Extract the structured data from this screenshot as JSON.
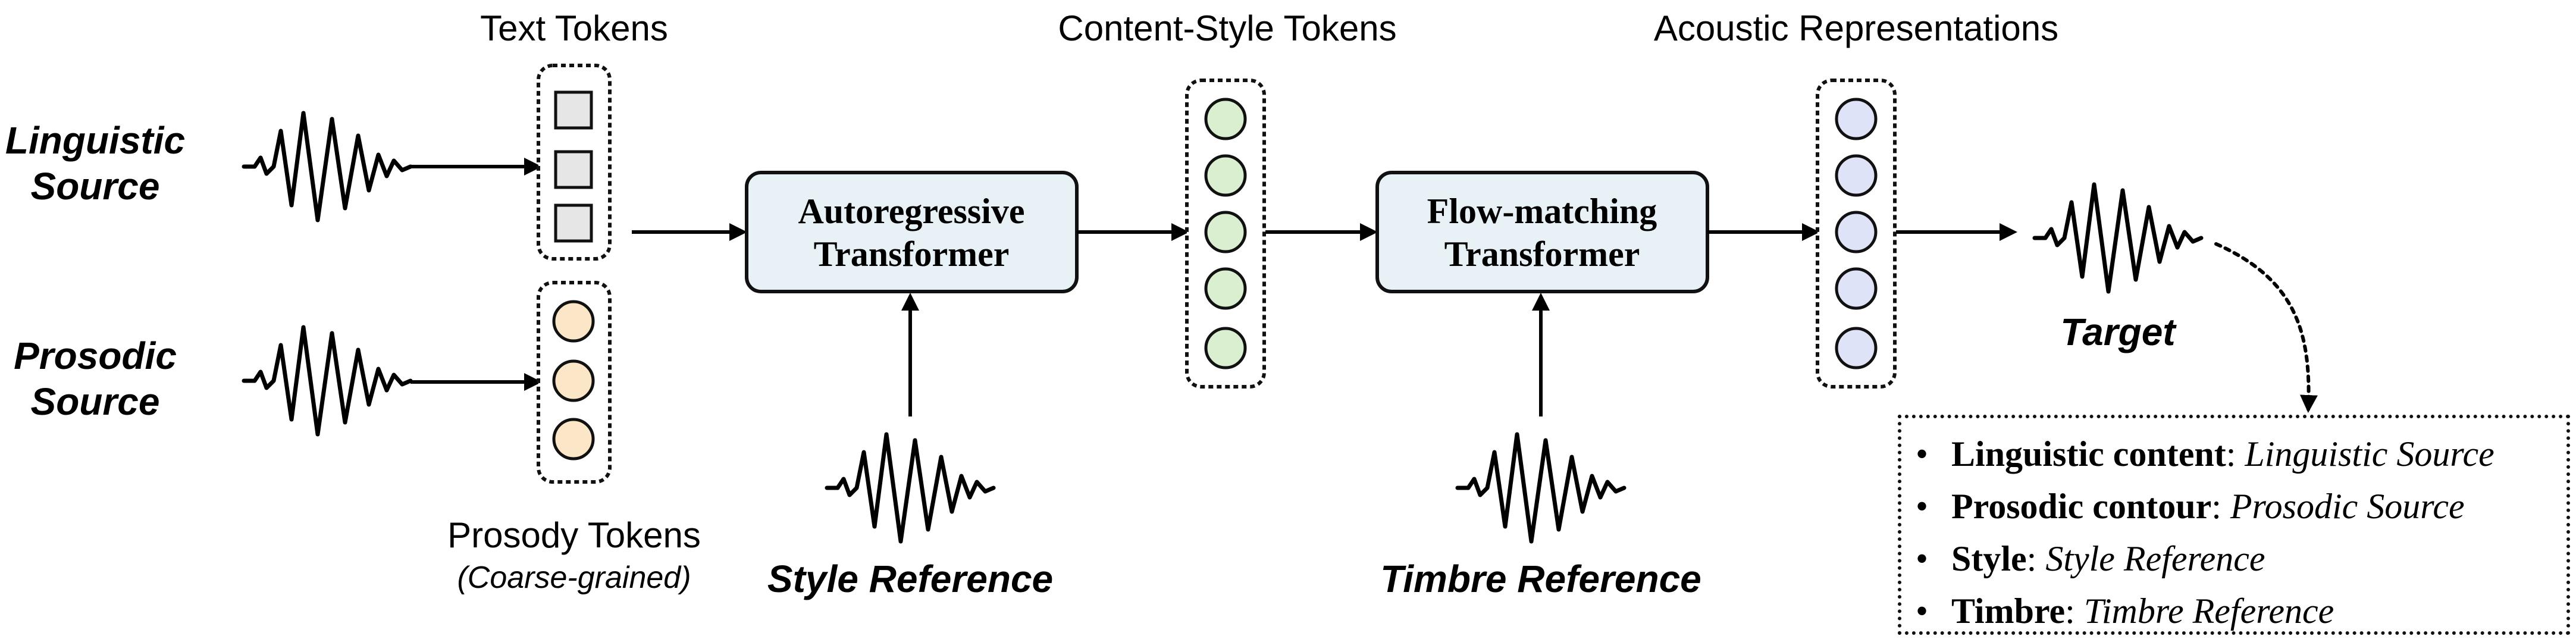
{
  "headers": {
    "text_tokens": "Text Tokens",
    "content_style_tokens": "Content-Style Tokens",
    "acoustic_representations": "Acoustic Representations"
  },
  "sources": {
    "linguistic_line1": "Linguistic",
    "linguistic_line2": "Source",
    "prosodic_line1": "Prosodic",
    "prosodic_line2": "Source"
  },
  "prosody_tokens": {
    "title": "Prosody Tokens",
    "subtitle": "(Coarse-grained)"
  },
  "blocks": {
    "ar_line1": "Autoregressive",
    "ar_line2": "Transformer",
    "fm_line1": "Flow-matching",
    "fm_line2": "Transformer"
  },
  "references": {
    "style": "Style Reference",
    "timbre": "Timbre Reference"
  },
  "target": "Target",
  "legend": {
    "bullet": "•",
    "items": [
      {
        "key": "Linguistic content",
        "sep": ": ",
        "value": "Linguistic Source"
      },
      {
        "key": "Prosodic contour",
        "sep": ": ",
        "value": "Prosodic Source"
      },
      {
        "key": "Style",
        "sep": ": ",
        "value": "Style Reference"
      },
      {
        "key": "Timbre",
        "sep": ": ",
        "value": "Timbre Reference"
      }
    ]
  },
  "colors": {
    "block_fill": "#e8f1f5",
    "text_token_fill": "#e6e6e6",
    "prosody_token_fill": "#fbe7c8",
    "content_style_token_fill": "#d9efcf",
    "acoustic_token_fill": "#dfe3f8"
  }
}
